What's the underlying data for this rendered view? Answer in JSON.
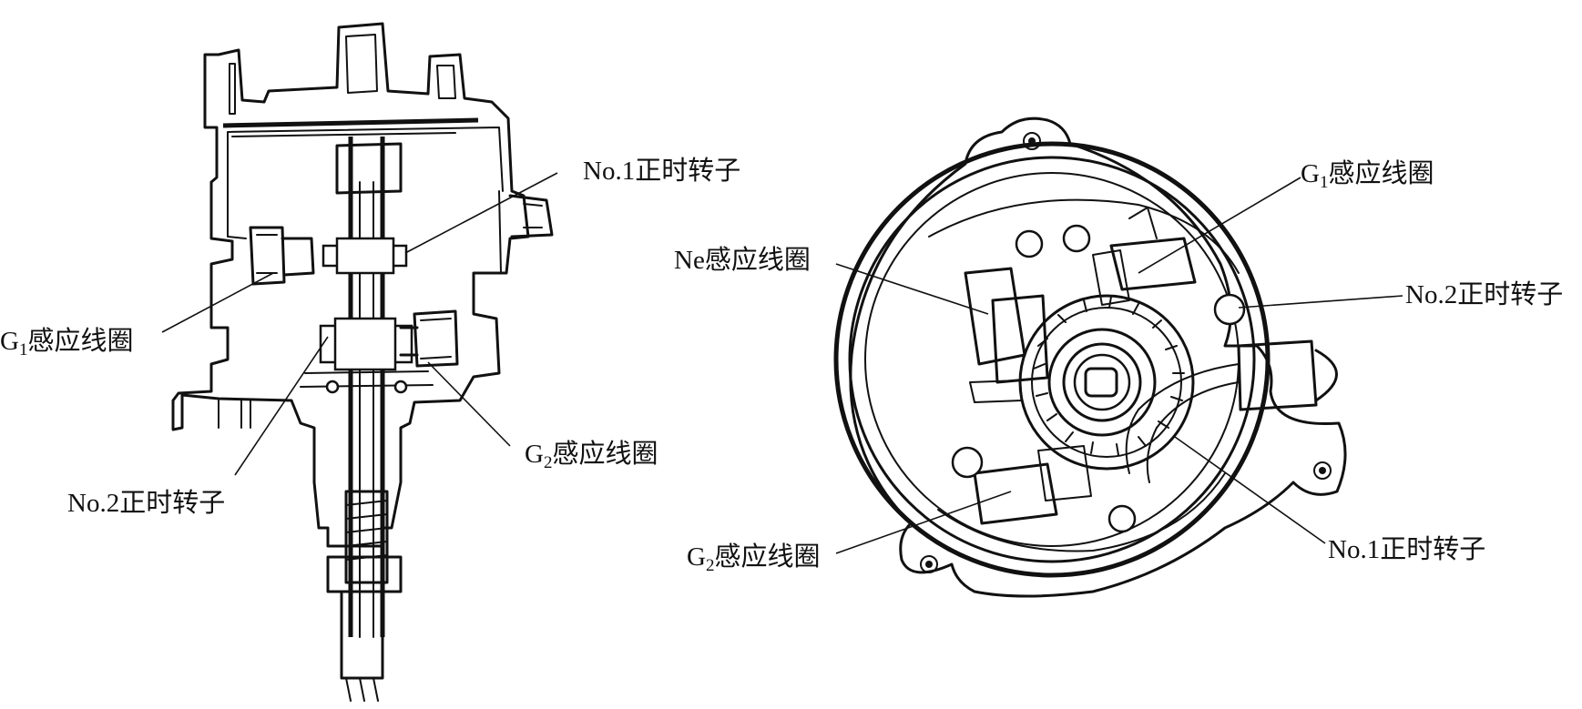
{
  "left_view": {
    "labels": {
      "no1_rotor": "No.1正时转子",
      "g1_coil_main": "G",
      "g1_coil_sub": "1",
      "g1_coil_rest": "感应线圈",
      "no2_rotor": "No.2正时转子",
      "g2_coil_main": "G",
      "g2_coil_sub": "2",
      "g2_coil_rest": "感应线圈"
    }
  },
  "right_view": {
    "labels": {
      "g1_coil_main": "G",
      "g1_coil_sub": "1",
      "g1_coil_rest": "感应线圈",
      "ne_coil": "Ne感应线圈",
      "no2_rotor": "No.2正时转子",
      "g2_coil_main": "G",
      "g2_coil_sub": "2",
      "g2_coil_rest": "感应线圈",
      "no1_rotor": "No.1正时转子"
    }
  }
}
